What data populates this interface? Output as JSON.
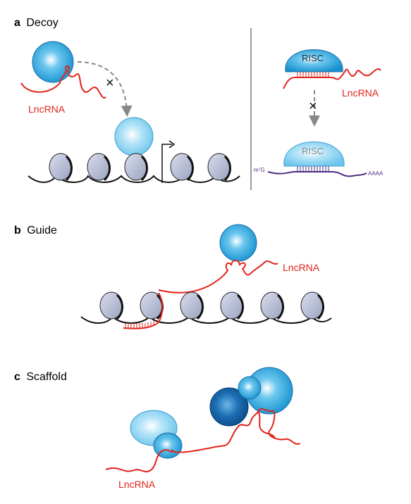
{
  "panels": {
    "a": {
      "letter": "a",
      "title": "Decoy"
    },
    "b": {
      "letter": "b",
      "title": "Guide"
    },
    "c": {
      "letter": "c",
      "title": "Scaffold"
    }
  },
  "labels": {
    "lncrna": "LncRNA",
    "risc": "RISC",
    "m7g": "m⁷G",
    "polya": "AAAA",
    "block": "×"
  },
  "colors": {
    "lncrna": "#e2231a",
    "protein_dark": "#1a9ad6",
    "protein_light": "#8fd3f1",
    "risc_light": "#a5dcf2",
    "mrna": "#4b2c83",
    "nucleosome": "#b8bfd6",
    "dna": "#111111",
    "arrow": "#888888"
  }
}
